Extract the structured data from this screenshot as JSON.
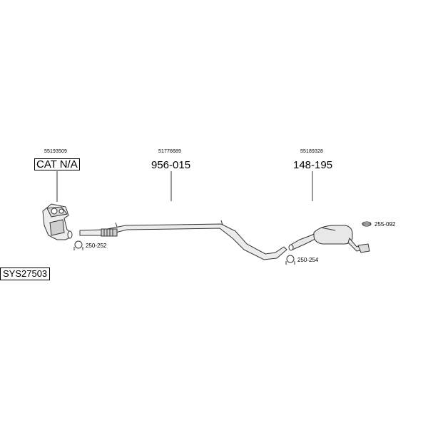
{
  "system_id": "SYS27503",
  "components": [
    {
      "oem_number": "55193509",
      "part_number": "CAT N/A"
    },
    {
      "oem_number": "51776689",
      "part_number": "956-015"
    },
    {
      "oem_number": "55189328",
      "part_number": "148-195"
    }
  ],
  "fittings": [
    {
      "label": "250-252"
    },
    {
      "label": "250-254"
    },
    {
      "label": "255-092"
    }
  ]
}
